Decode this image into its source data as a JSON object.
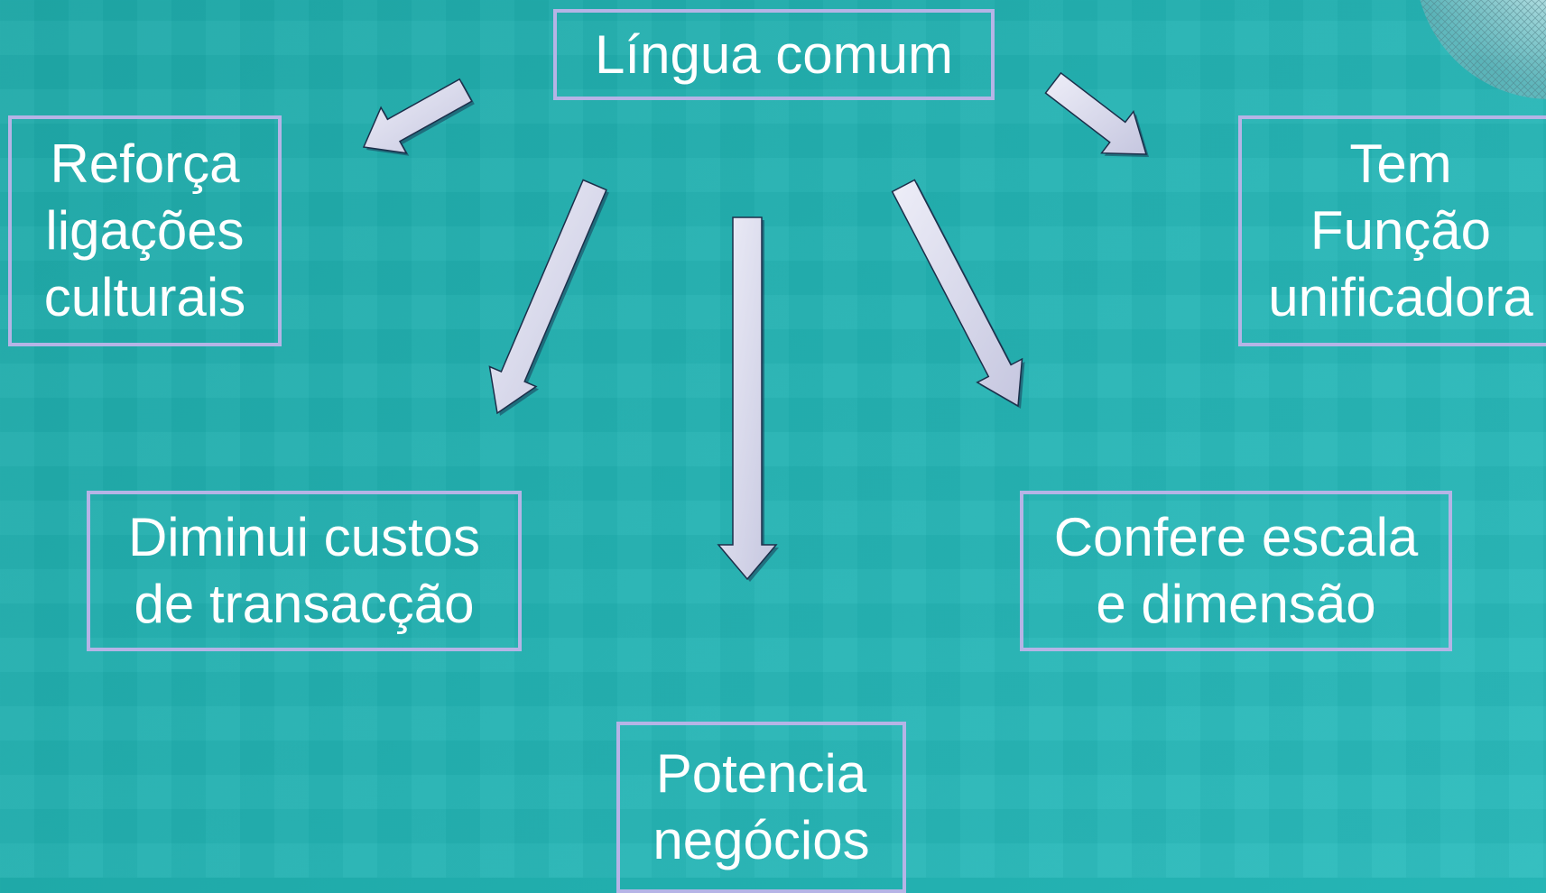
{
  "diagram": {
    "nodes": {
      "center": "Língua comum",
      "left": "Reforça\nligações\nculturais",
      "right": "Tem\nFunção\nunificadora",
      "bottom_left": "Diminui custos\nde transacção",
      "bottom_right": "Confere escala\ne dimensão",
      "bottom": "Potencia\nnegócios"
    },
    "edges": [
      {
        "from": "center",
        "to": "left"
      },
      {
        "from": "center",
        "to": "right"
      },
      {
        "from": "center",
        "to": "bottom_left"
      },
      {
        "from": "center",
        "to": "bottom"
      },
      {
        "from": "center",
        "to": "bottom_right"
      }
    ],
    "colors": {
      "background": "#24b2b2",
      "box_border": "#b5b4e6",
      "text": "#ffffff",
      "arrow_fill": "#dcdcee",
      "arrow_stroke": "#1c2f4a"
    }
  }
}
